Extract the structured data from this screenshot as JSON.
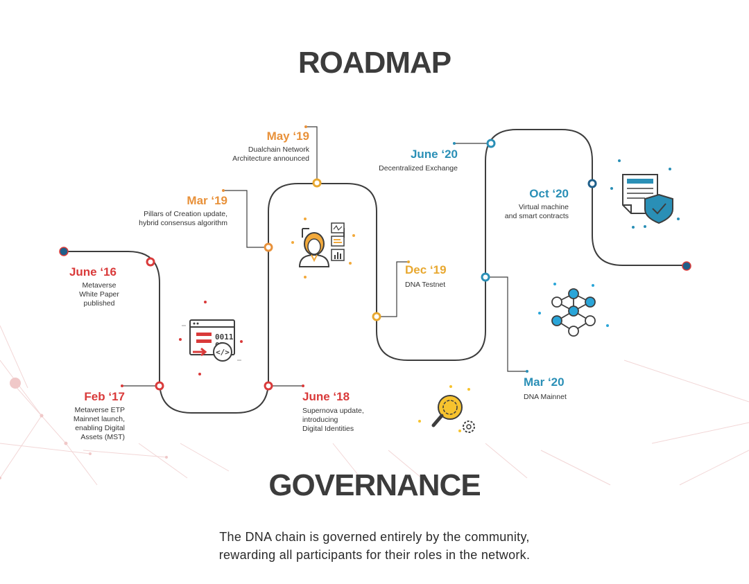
{
  "roadmap_title": "ROADMAP",
  "governance_title": "GOVERNANCE",
  "governance_text": [
    "The DNA chain is governed entirely by the community,",
    "rewarding all participants for their roles in the network."
  ],
  "milestones": [
    {
      "date": "June ‘16",
      "text": [
        "Metaverse",
        "White Paper",
        "published"
      ],
      "color": "#d93a3a"
    },
    {
      "date": "Feb ‘17",
      "text": [
        "Metaverse ETP",
        "Mainnet launch,",
        "enabling Digital",
        "Assets (MST)"
      ],
      "color": "#d93a3a"
    },
    {
      "date": "June ‘18",
      "text": [
        "Supernova update,",
        "introducing",
        "Digital Identities"
      ],
      "color": "#d93a3a"
    },
    {
      "date": "Mar ‘19",
      "text": [
        "Pillars of Creation update,",
        "hybrid consensus algorithm"
      ],
      "color": "#e8913a"
    },
    {
      "date": "May ‘19",
      "text": [
        "Dualchain Network",
        "Architecture announced"
      ],
      "color": "#e8913a"
    },
    {
      "date": "Dec ‘19",
      "text": [
        "DNA Testnet"
      ],
      "color": "#e8a830"
    },
    {
      "date": "June ‘20",
      "text": [
        "Decentralized Exchange"
      ],
      "color": "#2a8fb6"
    },
    {
      "date": "Oct ‘20",
      "text": [
        "Virtual machine",
        "and smart contracts"
      ],
      "color": "#2a8fb6"
    },
    {
      "date": "Mar ‘20",
      "text": [
        "DNA Mainnet"
      ],
      "color": "#2a8fb6"
    }
  ],
  "icons": [
    "code-window-icon",
    "person-analytics-icon",
    "gear-magnifier-icon",
    "network-nodes-icon",
    "contract-shield-icon"
  ]
}
